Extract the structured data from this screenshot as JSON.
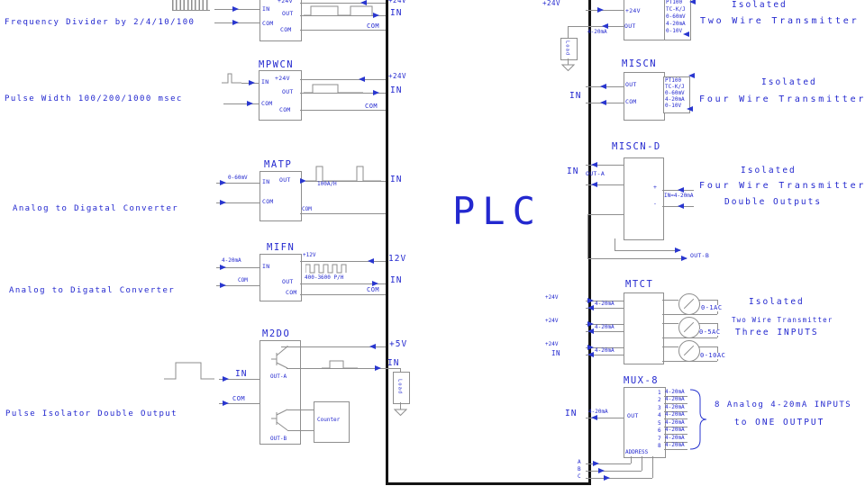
{
  "plc": {
    "name": "PLC"
  },
  "pins": {
    "in": "IN",
    "out": "OUT",
    "com": "COM",
    "p24": "+24V",
    "p12": "+12V",
    "v12": "12V",
    "p5": "+5V",
    "ma": "4-20mA",
    "out_a": "OUT-A",
    "out_b": "OUT-B",
    "plus": "+",
    "minus": "-",
    "load": "Load"
  },
  "freq": {
    "caption": "Frequency Divider by 2/4/10/100"
  },
  "mpwcn": {
    "title": "MPWCN",
    "caption": "Pulse Width 100/200/1000 msec"
  },
  "matp": {
    "title": "MATP",
    "caption": "Analog to Digatal Converter",
    "range": "0-60mV",
    "rate": "100A/H"
  },
  "mifn": {
    "title": "MIFN",
    "caption": "Analog to Digatal Converter",
    "range": "4-20mA",
    "rate": "400-3600 P/H"
  },
  "m2do": {
    "title": "M2DO",
    "caption": "Pulse Isolator Double Output",
    "counter": "Counter"
  },
  "twt": {
    "lines": [
      "Isolated",
      "Two Wire Transmitter"
    ],
    "inputs": [
      "PT100",
      "TC-K/J",
      "0-60mV",
      "4-20mA",
      "0-10V"
    ]
  },
  "miscn": {
    "title": "MISCN",
    "lines": [
      "Isolated",
      "Four Wire Transmitter"
    ],
    "inputs": [
      "PT100",
      "TC-K/J",
      "0-60mV",
      "4-20mA",
      "0-10V"
    ]
  },
  "miscnd": {
    "title": "MISCN-D",
    "lines": [
      "Isolated",
      "Four Wire Transmitter",
      "Double Outputs"
    ],
    "input": "IN=4-20mA"
  },
  "mtct": {
    "title": "MTCT",
    "lines": [
      "Isolated",
      "Two Wire Transmitter",
      "Three INPUTS"
    ],
    "ranges": [
      "0-1AC",
      "0-5AC",
      "0-10AC"
    ]
  },
  "mux8": {
    "title": "MUX-8",
    "lines": [
      "8 Analog 4-20mA INPUTS",
      "to ONE OUTPUT"
    ],
    "address": "ADDRESS",
    "channels": [
      "1",
      "2",
      "3",
      "4",
      "5",
      "6",
      "7",
      "8"
    ],
    "abc": [
      "A",
      "B",
      "C"
    ]
  }
}
